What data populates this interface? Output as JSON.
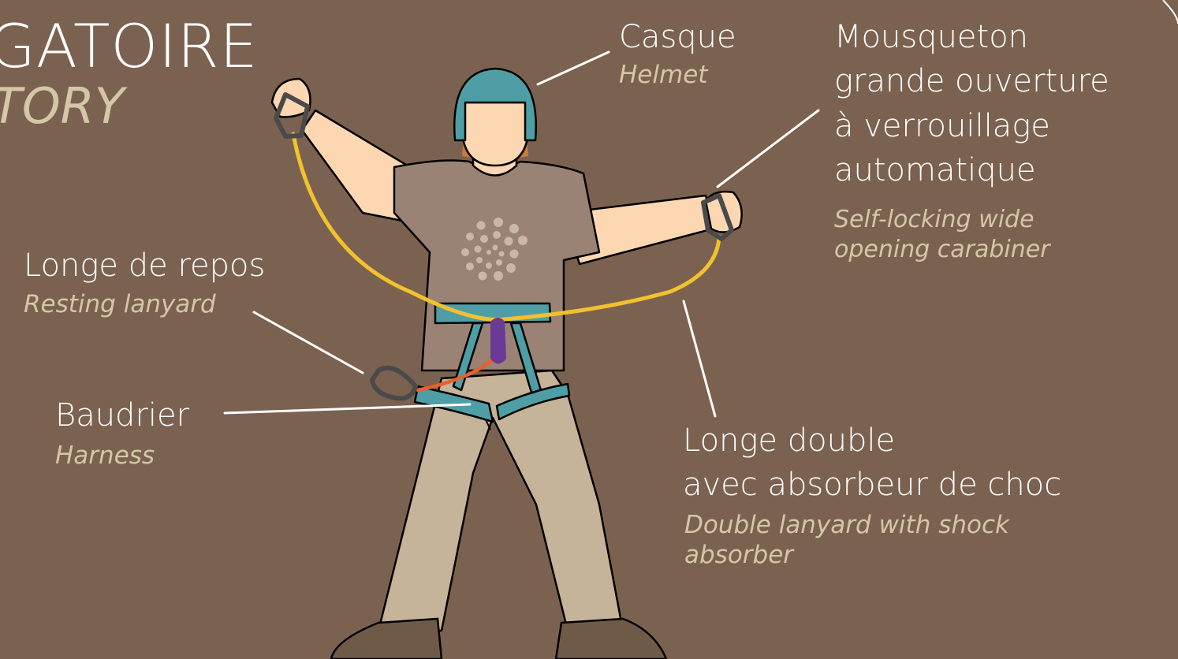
{
  "title": {
    "main": "GATOIRE",
    "sub": "TORY"
  },
  "labels": {
    "helmet": {
      "fr": "Casque",
      "en": "Helmet"
    },
    "carabiner": {
      "fr": [
        "Mousqueton",
        "grande ouverture",
        "à verrouillage",
        "automatique"
      ],
      "en": [
        "Self-locking wide",
        "opening carabiner"
      ]
    },
    "resting_lanyard": {
      "fr": "Longe de repos",
      "en": "Resting lanyard"
    },
    "harness": {
      "fr": "Baudrier",
      "en": "Harness"
    },
    "double_lanyard": {
      "fr": [
        "Longe double",
        "avec absorbeur de choc"
      ],
      "en": [
        "Double lanyard with shock",
        "absorber"
      ]
    }
  },
  "colors": {
    "background": "#7b6250",
    "helmet": "#4f9ea5",
    "harness": "#4f9ea5",
    "lanyard": "#f2c12e",
    "resting_lanyard": "#e8602f",
    "shock_absorber": "#6a3a96",
    "skin": "#fcd7b2",
    "shirt": "#9a8374",
    "pants": "#c5b39a",
    "shoes": "#6f5a47",
    "carabiner": "#4a4a4a",
    "label_en": "#d4c7a6"
  }
}
